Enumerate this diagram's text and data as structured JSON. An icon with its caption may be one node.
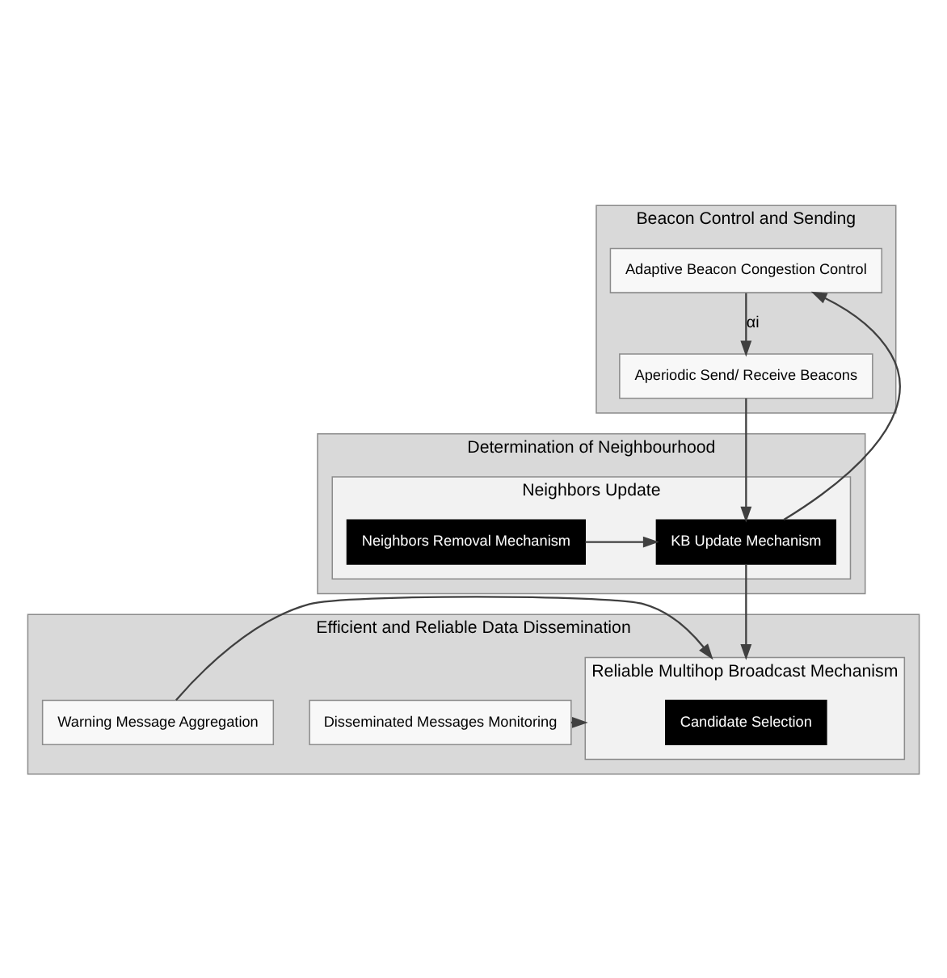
{
  "diagram": {
    "nodes": [
      {
        "text": [
          "Beacon Control and Sending"
        ]
      },
      {
        "text": [
          "Adaptive Beacon Congestion Control"
        ],
        "in": 0
      },
      {
        "text": [
          "Aperiodic Send/ Receive Beacons"
        ],
        "in": 0
      },
      {
        "text": [
          "Determination of Neighbourhood"
        ]
      },
      {
        "text": [
          "Neighbors Update"
        ],
        "in": 3
      },
      {
        "text": [
          "KB Update Mechanism"
        ],
        "in": 4
      },
      {
        "text": [
          "Neighbors Removal Mechanism"
        ],
        "in": 4
      },
      {
        "text": [
          "Efficient and Reliable Data Dissemination"
        ]
      },
      {
        "text": [
          "Reliable Multihop Broadcast Mechanism"
        ],
        "in": 7
      },
      {
        "text": [
          "Candidate Selection"
        ],
        "in": 8
      },
      {
        "text": [
          "Disseminated Messages Monitoring"
        ],
        "in": 7
      },
      {
        "text": [
          "Warning Message Aggregation"
        ],
        "in": 7
      }
    ],
    "edges": [
      {
        "from": 1,
        "to": 2,
        "arrow": "to",
        "label": "αi"
      },
      {
        "from": 2,
        "to": 5,
        "arrow": "to"
      },
      {
        "from": 5,
        "to": 1,
        "arrow": "to"
      },
      {
        "from": 6,
        "to": 5,
        "arrow": "to"
      },
      {
        "from": 5,
        "to": 8,
        "arrow": "to"
      },
      {
        "from": 10,
        "to": 8,
        "arrow": "to"
      },
      {
        "from": 11,
        "to": 8,
        "arrow": "to"
      }
    ]
  }
}
